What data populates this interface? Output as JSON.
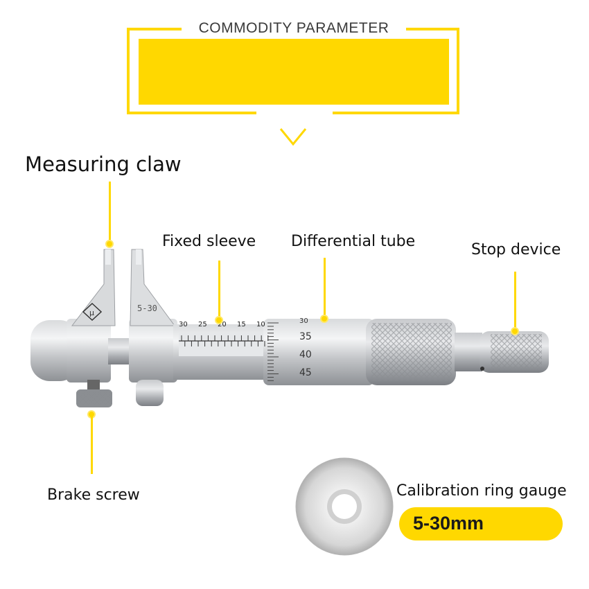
{
  "header": {
    "title": "COMMODITY PARAMETER"
  },
  "labels": {
    "measuring_claw": "Measuring claw",
    "fixed_sleeve": "Fixed sleeve",
    "differential_tube": "Differential tube",
    "stop_device": "Stop device",
    "brake_screw": "Brake screw",
    "calibration_ring_gauge": "Calibration ring gauge"
  },
  "spec": {
    "range": "5-30mm"
  },
  "instrument": {
    "jaw_marking": "5-30",
    "sleeve_scale": [
      "30",
      "25",
      "20",
      "15",
      "10"
    ],
    "thimble_scale": [
      "30",
      "35",
      "40",
      "45"
    ]
  },
  "colors": {
    "accent": "#ffd800",
    "metal": "#c9cbcd",
    "text": "#111111"
  },
  "icons": {
    "chevron": "chevron-down-icon",
    "logo": "mu-logo-icon"
  }
}
